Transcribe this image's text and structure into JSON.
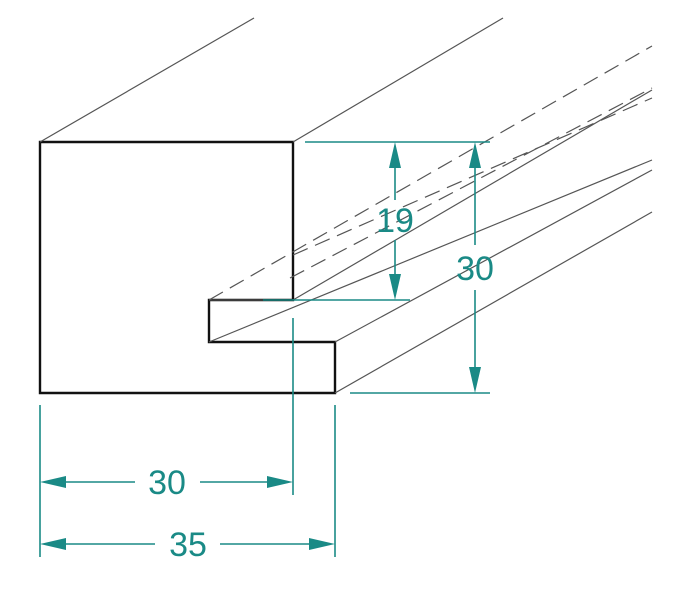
{
  "dimensions": {
    "width_inner": "30",
    "width_outer": "35",
    "rebate_height": "19",
    "total_height": "30"
  },
  "colors": {
    "outline": "#111111",
    "edge": "#555555",
    "dimension": "#1a8a86",
    "background": "#ffffff"
  }
}
